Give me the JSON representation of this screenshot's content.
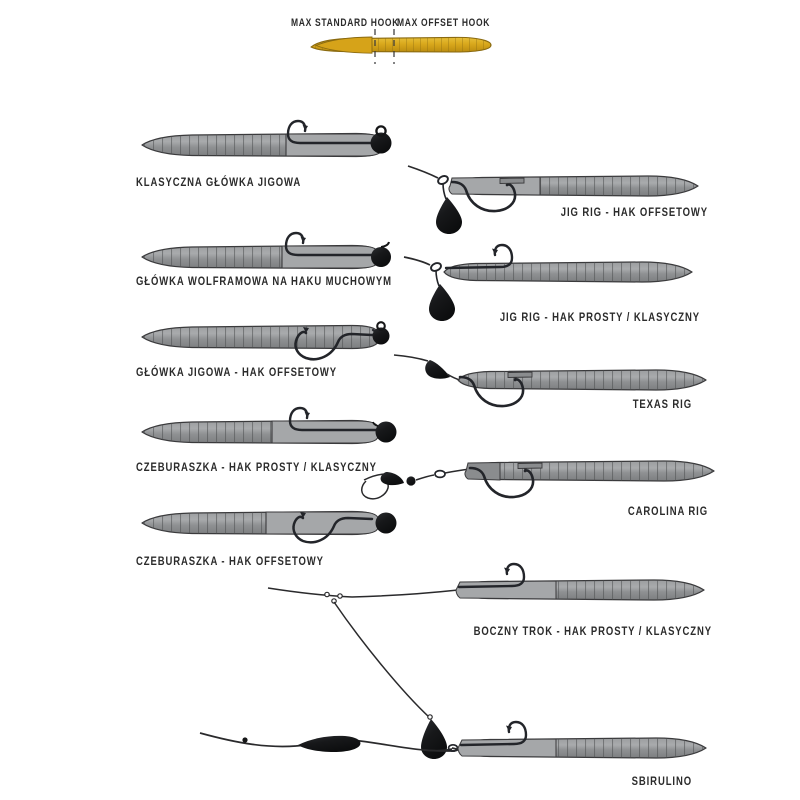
{
  "header": {
    "left_marker_label": "MAX STANDARD HOOK",
    "right_marker_label": "MAX OFFSET HOOK",
    "lure_color": "#d8a61b",
    "lure_outline": "#8a6a10"
  },
  "palette": {
    "worm_body": "#8f9193",
    "worm_outline": "#3a3a3c",
    "worm_light": "#a7a9ab",
    "lead": "#151617",
    "line": "#2a2a2c",
    "text": "#2b2b2b",
    "background": "#ffffff"
  },
  "left_column": {
    "items": [
      {
        "id": "klasyczna-glowka-jigowa",
        "label": "KLASYCZNA GŁÓWKA JIGOWA",
        "hook": "standard",
        "weight": "jig-head"
      },
      {
        "id": "glowka-wolframowa",
        "label": "GŁÓWKA WOLFRAMOWA NA HAKU MUCHOWYM",
        "hook": "fly-hook",
        "weight": "tungsten-bead"
      },
      {
        "id": "glowka-jigowa-offset",
        "label": "GŁÓWKA JIGOWA - HAK OFFSETOWY",
        "hook": "offset",
        "weight": "jig-head"
      },
      {
        "id": "czeburaszka-prosty",
        "label": "CZEBURASZKA - HAK PROSTY / KLASYCZNY",
        "hook": "standard",
        "weight": "cheburashka"
      },
      {
        "id": "czeburaszka-offset",
        "label": "CZEBURASZKA - HAK OFFSETOWY",
        "hook": "offset",
        "weight": "cheburashka"
      }
    ]
  },
  "right_column": {
    "items": [
      {
        "id": "jig-rig-offset",
        "label": "JIG RIG - HAK OFFSETOWY",
        "hook": "offset",
        "weight": "teardrop-sinker"
      },
      {
        "id": "jig-rig-prosty",
        "label": "JIG RIG - HAK PROSTY / KLASYCZNY",
        "hook": "standard",
        "weight": "teardrop-sinker"
      },
      {
        "id": "texas-rig",
        "label": "TEXAS RIG",
        "hook": "offset",
        "weight": "bullet-sinker"
      },
      {
        "id": "carolina-rig",
        "label": "CAROLINA RIG",
        "hook": "offset",
        "weight": "bullet-sinker-bead-swivel"
      },
      {
        "id": "boczny-trok",
        "label": "BOCZNY TROK - HAK PROSTY / KLASYCZNY",
        "hook": "standard",
        "weight": "dropper-sinker"
      },
      {
        "id": "sbirulino",
        "label": "SBIRULINO",
        "hook": "standard",
        "weight": "sbirulino-float"
      }
    ]
  }
}
